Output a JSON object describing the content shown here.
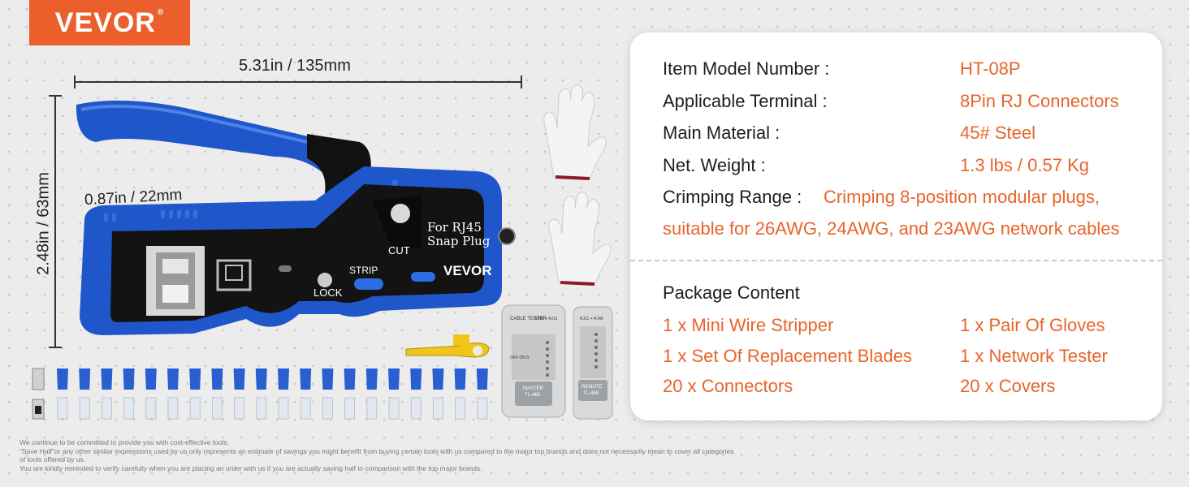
{
  "brand": {
    "logo": "VEVOR",
    "registered": "®",
    "accent": "#ea5f2b",
    "tool_blue": "#1f56c9"
  },
  "dimensions": {
    "width": "5.31in / 135mm",
    "height": "2.48in / 63mm",
    "jaw": "0.87in / 22mm",
    "jaw_tail": "mm"
  },
  "tool_markings": {
    "line1": "For RJ45",
    "line2": "Snap Plug",
    "cut": "CUT",
    "strip": "STRIP",
    "lock": "LOCK",
    "brand": "VEVOR"
  },
  "tester": {
    "master_top": "CABLE TESTER",
    "master_mid": "RJ45 + RJ11",
    "master_switch": "OFF ON S",
    "master_label": "MASTER",
    "master_model": "TL-468",
    "remote_top": "RJ11 + RJ45",
    "remote_label": "REMOTE",
    "remote_model": "TL-468"
  },
  "specs": [
    {
      "label": "Item Model Number :",
      "value": "HT-08P"
    },
    {
      "label": "Applicable Terminal :",
      "value": "8Pin RJ Connectors"
    },
    {
      "label": "Main Material :",
      "value": "45# Steel"
    },
    {
      "label": "Net. Weight :",
      "value": "1.3 lbs / 0.57 Kg"
    }
  ],
  "crimping": {
    "label": "Crimping Range :",
    "value_line1": "Crimping 8-position modular plugs,",
    "value_line2": "suitable for 26AWG, 24AWG,  and 23AWG network cables"
  },
  "package": {
    "heading": "Package Content",
    "left": [
      "1 x Mini Wire Stripper",
      "1 x Set Of Replacement Blades",
      "20 x Connectors"
    ],
    "right": [
      "1 x Pair Of Gloves",
      "1 x Network Tester",
      "20 x Covers"
    ]
  },
  "disclaimer": [
    "We continue to be committed to provide you with cost-effective tools.",
    "\"Save Half\"or any other similar expressions used by us only represents an estimate of savings you might benefit from buying certain tools with us compared to the major top brands and does not necessarily mean to cover all categories",
    "of tools offered by us.",
    "You are kindly reminded to verify carefully when you are placing an order with us if you are actually saving half in comparison with the top major brands."
  ]
}
